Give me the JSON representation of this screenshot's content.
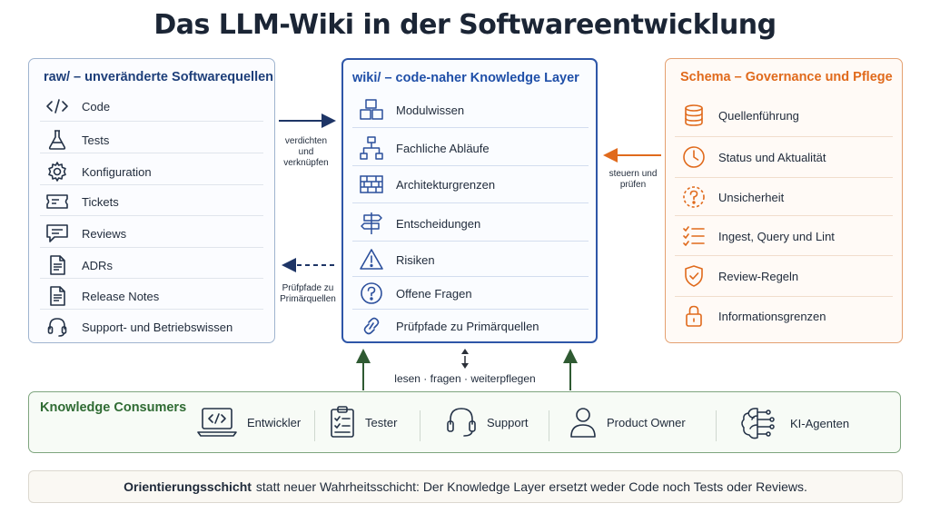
{
  "title": "Das LLM-Wiki in der Softwareentwicklung",
  "raw": {
    "title": "raw/ – unveränderte Softwarequellen",
    "items": [
      {
        "label": "Code",
        "icon": "code-icon"
      },
      {
        "label": "Tests",
        "icon": "flask-icon"
      },
      {
        "label": "Konfiguration",
        "icon": "gear-icon"
      },
      {
        "label": "Tickets",
        "icon": "ticket-icon"
      },
      {
        "label": "Reviews",
        "icon": "comment-icon"
      },
      {
        "label": "ADRs",
        "icon": "document-icon"
      },
      {
        "label": "Release Notes",
        "icon": "document-icon"
      },
      {
        "label": "Support- und Betriebswissen",
        "icon": "headset-icon"
      }
    ]
  },
  "wiki": {
    "title": "wiki/ – code-naher Knowledge Layer",
    "items": [
      {
        "label": "Modulwissen",
        "icon": "cubes-icon"
      },
      {
        "label": "Fachliche Abläufe",
        "icon": "hierarchy-icon"
      },
      {
        "label": "Architekturgrenzen",
        "icon": "brick-wall-icon"
      },
      {
        "label": "Entscheidungen",
        "icon": "signpost-icon"
      },
      {
        "label": "Risiken",
        "icon": "warning-icon"
      },
      {
        "label": "Offene Fragen",
        "icon": "question-circle-icon"
      },
      {
        "label": "Prüfpfade zu Primärquellen",
        "icon": "link-icon"
      }
    ]
  },
  "schema": {
    "title": "Schema – Governance und Pflege",
    "items": [
      {
        "label": "Quellenführung",
        "icon": "database-icon"
      },
      {
        "label": "Status und Aktualität",
        "icon": "clock-icon"
      },
      {
        "label": "Unsicherheit",
        "icon": "question-dashed-icon"
      },
      {
        "label": "Ingest, Query und Lint",
        "icon": "checklist-icon"
      },
      {
        "label": "Review-Regeln",
        "icon": "shield-check-icon"
      },
      {
        "label": "Informationsgrenzen",
        "icon": "lock-icon"
      }
    ]
  },
  "arrows": {
    "compress": {
      "line1": "verdichten",
      "line2": "und",
      "line3": "verknüpfen"
    },
    "trace": {
      "line1": "Prüfpfade zu",
      "line2": "Primärquellen"
    },
    "steer": {
      "line1": "steuern und",
      "line2": "prüfen"
    },
    "interaction": "lesen · fragen · weiterpflegen"
  },
  "consumers": {
    "title": "Knowledge Consumers",
    "items": [
      {
        "label": "Entwickler",
        "icon": "laptop-code-icon"
      },
      {
        "label": "Tester",
        "icon": "clipboard-check-icon"
      },
      {
        "label": "Support",
        "icon": "headset-icon"
      },
      {
        "label": "Product Owner",
        "icon": "user-icon"
      },
      {
        "label": "KI-Agenten",
        "icon": "ai-brain-icon"
      }
    ]
  },
  "footer": {
    "strong": "Orientierungsschicht",
    "rest": "statt neuer Wahrheitsschicht: Der Knowledge Layer ersetzt weder Code noch Tests oder Reviews."
  },
  "colors": {
    "raw_accent": "#1e3f7a",
    "wiki_accent": "#2e56a8",
    "schema_accent": "#e06a1c",
    "consumer_accent": "#2f6b33"
  }
}
